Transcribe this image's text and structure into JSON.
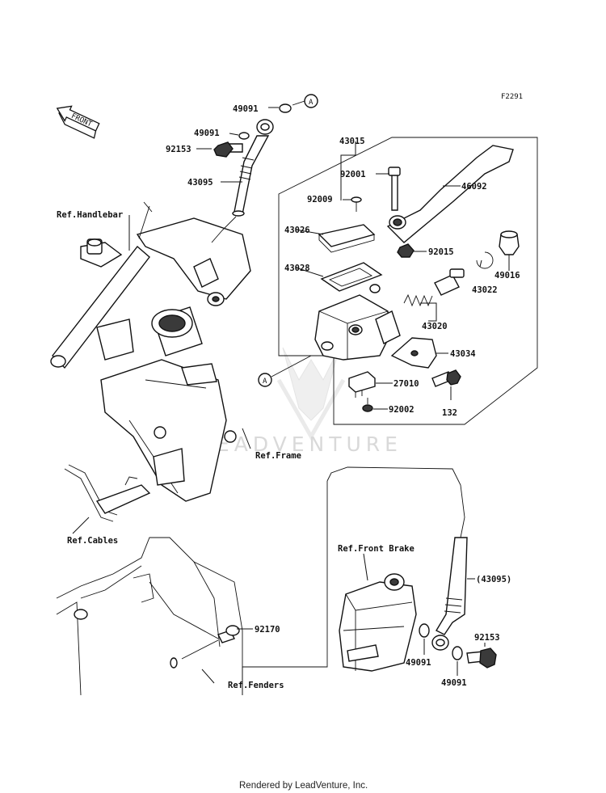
{
  "diagram_code": "F2291",
  "front_label": "FRONT",
  "callouts": [
    {
      "id": "49091_top1",
      "text": "49091"
    },
    {
      "id": "49091_top2",
      "text": "49091"
    },
    {
      "id": "92153_top",
      "text": "92153"
    },
    {
      "id": "43095",
      "text": "43095"
    },
    {
      "id": "43015",
      "text": "43015"
    },
    {
      "id": "92001",
      "text": "92001"
    },
    {
      "id": "46092",
      "text": "46092"
    },
    {
      "id": "92009",
      "text": "92009"
    },
    {
      "id": "43026",
      "text": "43026"
    },
    {
      "id": "92015",
      "text": "92015"
    },
    {
      "id": "43028",
      "text": "43028"
    },
    {
      "id": "43022",
      "text": "43022"
    },
    {
      "id": "49016",
      "text": "49016"
    },
    {
      "id": "43020",
      "text": "43020"
    },
    {
      "id": "43034",
      "text": "43034"
    },
    {
      "id": "27010",
      "text": "27010"
    },
    {
      "id": "132",
      "text": "132"
    },
    {
      "id": "92002",
      "text": "92002"
    },
    {
      "id": "92170",
      "text": "92170"
    },
    {
      "id": "43095_ref",
      "text": "(43095)"
    },
    {
      "id": "92153_bottom",
      "text": "92153"
    },
    {
      "id": "49091_bottom1",
      "text": "49091"
    },
    {
      "id": "49091_bottom2",
      "text": "49091"
    }
  ],
  "references": {
    "handlebar": "Ref.Handlebar",
    "frame": "Ref.Frame",
    "cables": "Ref.Cables",
    "front_brake": "Ref.Front Brake",
    "fenders": "Ref.Fenders"
  },
  "connectors": {
    "a_top": "A",
    "a_bottom": "A"
  },
  "watermark": "LEADVENTURE",
  "footer": "Rendered by LeadVenture, Inc."
}
